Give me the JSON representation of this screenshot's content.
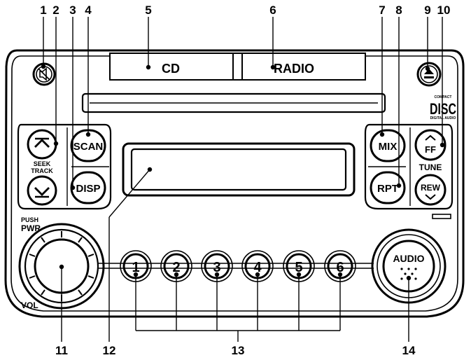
{
  "diagram": {
    "callouts": [
      "1",
      "2",
      "3",
      "4",
      "5",
      "6",
      "7",
      "8",
      "9",
      "10",
      "11",
      "12",
      "13",
      "14"
    ],
    "slots": {
      "cd": "CD",
      "radio": "RADIO"
    },
    "buttons": {
      "scan": "SCAN",
      "disp": "DISP",
      "mix": "MIX",
      "rpt": "RPT",
      "ff": "FF",
      "rew": "REW",
      "audio": "AUDIO",
      "presets": [
        "1",
        "2",
        "3",
        "4",
        "5",
        "6"
      ]
    },
    "labels": {
      "seek": "SEEK",
      "track": "TRACK",
      "tune": "TUNE",
      "push": "PUSH",
      "pwr": "PWR",
      "vol": "VOL"
    },
    "logo_text": [
      "COMPACT",
      "DISC",
      "DIGITAL AUDIO"
    ]
  }
}
